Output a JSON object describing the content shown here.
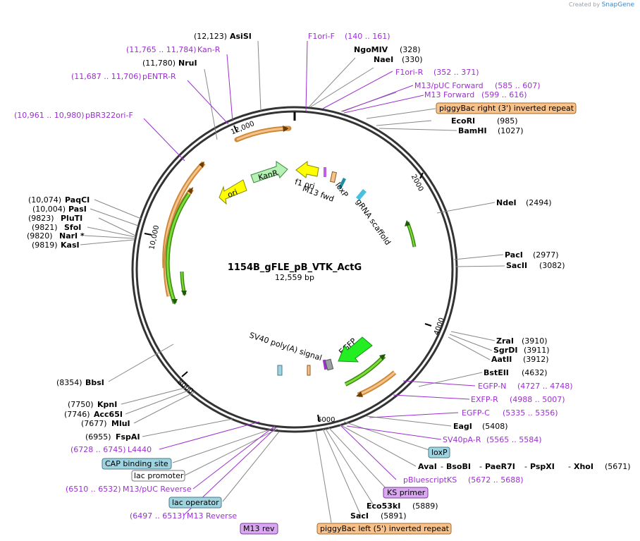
{
  "created_by": "Created by",
  "brand": "SnapGene",
  "plasmid": {
    "name": "1154B_gFLE_pB_VTK_ActG",
    "length": "12,559 bp"
  },
  "ruler": [
    "2000",
    "4000",
    "6000",
    "8000",
    "10,000",
    "12,000"
  ],
  "inner_features": {
    "kanr": "KanR",
    "ori": "ori",
    "f1ori": "f1 ori",
    "m13fwd": "M13 fwd",
    "loxp": "loxP",
    "grna": "gRNA scaffold",
    "sv40": "SV40 poly(A) signal",
    "egfp": "EGFP"
  },
  "labels": {
    "asisi": {
      "pos": "(12,123)",
      "name": "AsiSI"
    },
    "kanr": {
      "pos": "(11,765 .. 11,784)",
      "name": "Kan-R"
    },
    "nrui": {
      "pos": "(11,780)",
      "name": "NruI"
    },
    "pentr": {
      "pos": "(11,687 .. 11,706)",
      "name": "pENTR-R"
    },
    "pbr": {
      "pos": "(10,961 .. 10,980)",
      "name": "pBR322ori-F"
    },
    "paqci": {
      "pos": "(10,074)",
      "name": "PaqCI"
    },
    "pasi": {
      "pos": "(10,004)",
      "name": "PasI"
    },
    "pluti": {
      "pos": "(9823)",
      "name": "PluTI"
    },
    "sfoi": {
      "pos": "(9821)",
      "name": "SfoI"
    },
    "nari": {
      "pos": "(9820)",
      "name": "NarI *"
    },
    "kasi": {
      "pos": "(9819)",
      "name": "KasI"
    },
    "bbsi": {
      "pos": "(8354)",
      "name": "BbsI"
    },
    "kpni": {
      "pos": "(7750)",
      "name": "KpnI"
    },
    "acc65i": {
      "pos": "(7746)",
      "name": "Acc65I"
    },
    "mlui": {
      "pos": "(7677)",
      "name": "MluI"
    },
    "fspai": {
      "pos": "(6955)",
      "name": "FspAI"
    },
    "l4440": {
      "pos": "(6728 .. 6745)",
      "name": "L4440"
    },
    "cap": "CAP binding site",
    "lacpro": "lac promoter",
    "m13pucrev": {
      "pos": "(6510 .. 6532)",
      "name": "M13/pUC Reverse"
    },
    "lacop": "lac operator",
    "m13rev_primer": {
      "pos": "(6497 .. 6513)",
      "name": "M13 Reverse"
    },
    "m13rev": "M13 rev",
    "f1orif": {
      "name": "F1ori-F",
      "pos": "(140 .. 161)"
    },
    "ngomiv": {
      "name": "NgoMIV",
      "pos": "(328)"
    },
    "naei": {
      "name": "NaeI",
      "pos": "(330)"
    },
    "f1orir": {
      "name": "F1ori-R",
      "pos": "(352 .. 371)"
    },
    "m13pucfwd": {
      "name": "M13/pUC Forward",
      "pos": "(585 .. 607)"
    },
    "m13fwd_primer": {
      "name": "M13 Forward",
      "pos": "(599 .. 616)"
    },
    "pbright": "piggyBac right (3') inverted repeat",
    "ecori": {
      "name": "EcoRI",
      "pos": "(985)"
    },
    "bamhi": {
      "name": "BamHI",
      "pos": "(1027)"
    },
    "ndei": {
      "name": "NdeI",
      "pos": "(2494)"
    },
    "paci": {
      "name": "PacI",
      "pos": "(2977)"
    },
    "sacii": {
      "name": "SacII",
      "pos": "(3082)"
    },
    "zrai": {
      "name": "ZraI",
      "pos": "(3910)"
    },
    "sgrdi": {
      "name": "SgrDI",
      "pos": "(3911)"
    },
    "aatii": {
      "name": "AatII",
      "pos": "(3912)"
    },
    "bsteii": {
      "name": "BstEII",
      "pos": "(4632)"
    },
    "egfpn": {
      "name": "EGFP-N",
      "pos": "(4727 .. 4748)"
    },
    "exfpr": {
      "name": "EXFP-R",
      "pos": "(4988 .. 5007)"
    },
    "egfpc": {
      "name": "EGFP-C",
      "pos": "(5335 .. 5356)"
    },
    "eagi": {
      "name": "EagI",
      "pos": "(5408)"
    },
    "sv40par": {
      "name": "SV40pA-R",
      "pos": "(5565 .. 5584)"
    },
    "loxp_box": "loxP",
    "multi": {
      "n1": "AvaI",
      "n2": "BsoBI",
      "n3": "PaeR7I",
      "n4": "PspXI",
      "n5": "XhoI",
      "pos": "(5671)"
    },
    "pbluescript": {
      "name": "pBluescriptKS",
      "pos": "(5672 .. 5688)"
    },
    "ksprimer": "KS primer",
    "eco53ki": {
      "name": "Eco53kI",
      "pos": "(5889)"
    },
    "saci": {
      "name": "SacI",
      "pos": "(5891)"
    },
    "pbleft": "piggyBac left (5') inverted repeat"
  },
  "colors": {
    "primer": "#9b30d0",
    "enzyme": "#000000",
    "orange_feature": "#f7c28c",
    "green_feature": "#58c51c",
    "primer_box": "#d9a8f0",
    "regulatory_box": "#9fd3df"
  }
}
